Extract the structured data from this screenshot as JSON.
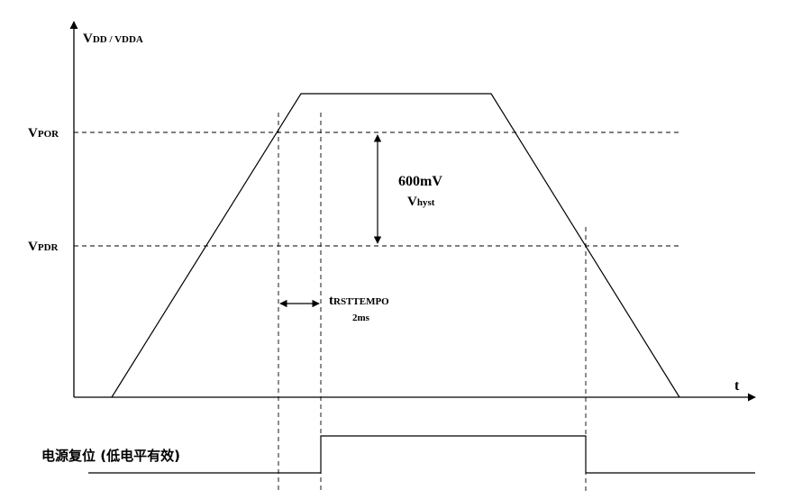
{
  "y_axis": {
    "main": "V",
    "sub": "DD / VDDA"
  },
  "x_axis": {
    "label": "t"
  },
  "levels": {
    "por": {
      "main": "V",
      "sub": "POR"
    },
    "pdr": {
      "main": "V",
      "sub": "PDR"
    }
  },
  "hysteresis": {
    "value": "600mV",
    "symbol_main": "V",
    "symbol_sub": "hyst"
  },
  "reset_temp": {
    "main": "t",
    "sub": "RSTTEMPO",
    "value": "2ms"
  },
  "reset_signal": {
    "label": "电源复位 (低电平有效)"
  }
}
